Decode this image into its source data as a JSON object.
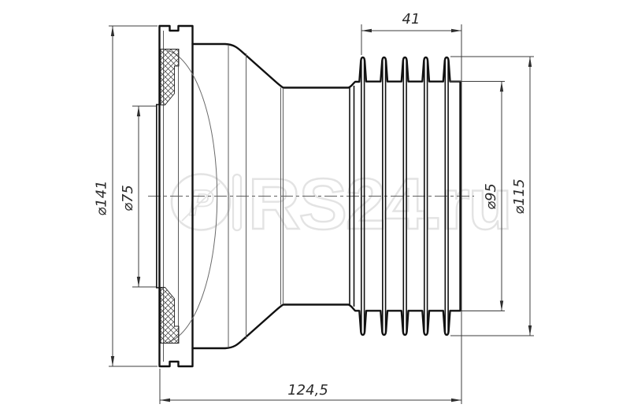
{
  "drawing": {
    "kind": "sectional technical drawing of a straight WC pan connector",
    "dim_labels": {
      "flange_od": "⌀141",
      "inlet_id": "⌀75",
      "tube_od": "⌀95",
      "fins_od": "⌀115",
      "fins_length": "41",
      "total_length": "124,5"
    }
  },
  "watermark": {
    "logo_letter": "P",
    "text": "RS24.ru"
  }
}
